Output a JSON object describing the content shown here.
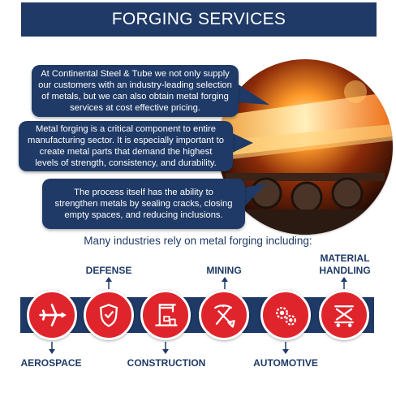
{
  "header": {
    "title": "FORGING SERVICES"
  },
  "bubbles": [
    {
      "lines": [
        "At Continental Steel & Tube  we not only supply",
        "our customers with an industry-leading selection",
        "of metals, but we can also obtain metal forging",
        "services at cost effective pricing."
      ]
    },
    {
      "lines": [
        "Metal forging is a critical component to entire",
        "manufacturing sector. It is especially important to",
        "create metal parts that demand the highest",
        "levels of strength, consistency, and durability."
      ]
    },
    {
      "lines": [
        "The process itself has the ability to",
        "strengthen metals by sealing cracks, closing",
        "empty spaces, and reducing inclusions."
      ]
    }
  ],
  "industries_intro": "Many industries rely on metal forging including:",
  "industries": [
    {
      "label": "AEROSPACE",
      "icon": "airplane-icon",
      "position": "below"
    },
    {
      "label": "DEFENSE",
      "icon": "shield-icon",
      "position": "above"
    },
    {
      "label": "CONSTRUCTION",
      "icon": "crane-icon",
      "position": "below"
    },
    {
      "label": "MINING",
      "icon": "pickaxe-shovel-icon",
      "position": "above"
    },
    {
      "label": "AUTOMOTIVE",
      "icon": "gears-icon",
      "position": "below"
    },
    {
      "label": "MATERIAL",
      "label2": "HANDLING",
      "icon": "scissor-lift-icon",
      "position": "above"
    }
  ],
  "colors": {
    "navy": "#1f3a66",
    "red": "#e0242c",
    "white": "#ffffff"
  }
}
